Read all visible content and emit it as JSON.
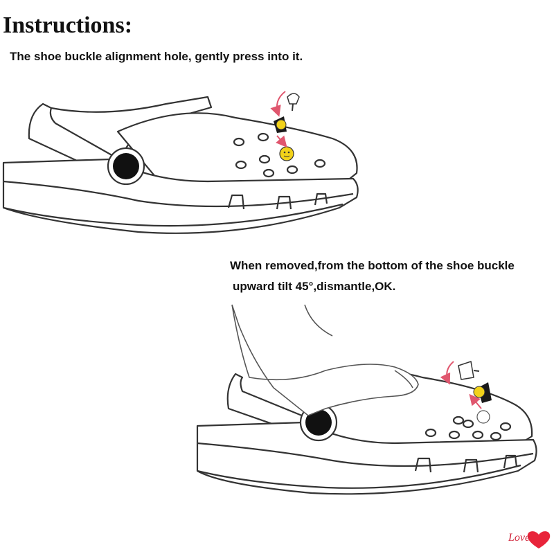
{
  "title": "Instructions:",
  "step1_caption": "The shoe buckle alignment hole, gently press into it.",
  "step2_caption_line1": "When removed,from the bottom of the shoe buckle",
  "step2_caption_line2": "upward tilt 45°,dismantle,OK.",
  "watermark": "Love",
  "colors": {
    "line": "#333333",
    "charm_yellow": "#f2d21a",
    "button": "#111111",
    "arrow": "#e0566e",
    "heart": "#e8243a"
  }
}
